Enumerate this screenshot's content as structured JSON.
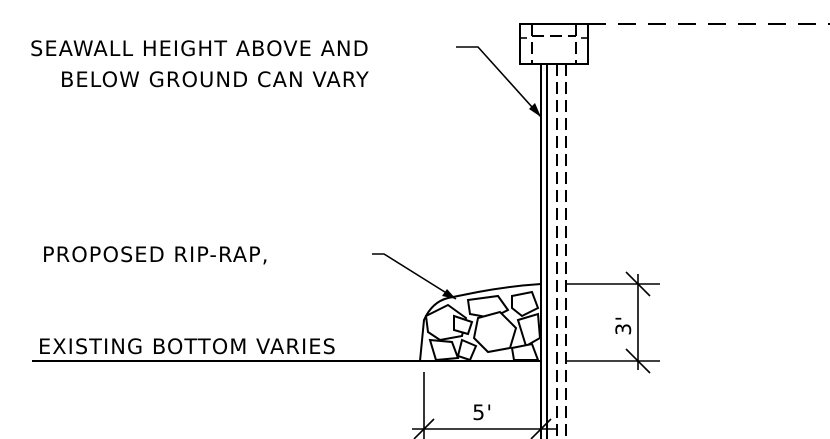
{
  "notes": {
    "seawall_line1": "SEAWALL HEIGHT ABOVE AND",
    "seawall_line2": "BELOW GROUND CAN VARY",
    "riprap": "PROPOSED RIP-RAP,",
    "bottom": "EXISTING BOTTOM VARIES"
  },
  "dimensions": {
    "height": "3'",
    "width": "5'"
  }
}
